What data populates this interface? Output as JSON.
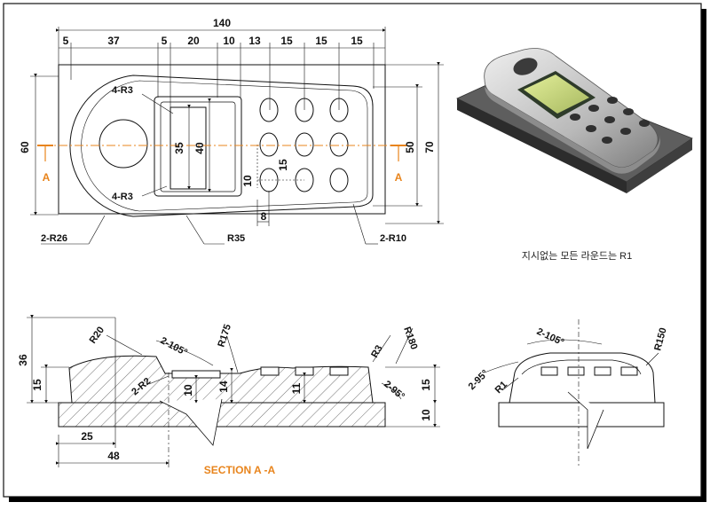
{
  "drawing": {
    "top_view": {
      "dims_top": [
        "140",
        "5",
        "37",
        "5",
        "20",
        "10",
        "13",
        "15",
        "15",
        "15"
      ],
      "dims_side": [
        "60",
        "50",
        "70"
      ],
      "dims_inner": [
        "35",
        "40",
        "15",
        "10",
        "8"
      ],
      "section_marker": "A",
      "callouts": {
        "r3_top": "4-R3",
        "r3_bottom": "4-R3",
        "r26": "2-R26",
        "r35": "R35",
        "r10": "2-R10"
      }
    },
    "note": "지시없는 모든 라운드는 R1",
    "section_view": {
      "title": "SECTION A -A",
      "dims_left": [
        "36",
        "15"
      ],
      "dims_bottom": [
        "25",
        "48"
      ],
      "dims_right": [
        "15",
        "10"
      ],
      "dims_inner": [
        "10",
        "14",
        "11"
      ],
      "callouts": {
        "r20": "R20",
        "ang105": "2-105°",
        "r175": "R175",
        "r2": "2-R2",
        "r3": "R3",
        "r180": "R180",
        "ang95": "2-95°"
      }
    },
    "end_view": {
      "callouts": {
        "ang105": "2-105°",
        "r150": "R150",
        "ang95": "2-95°",
        "r1": "R1"
      }
    }
  },
  "colors": {
    "accent": "#e8841c",
    "line": "#111111",
    "border_shadow": "#000000"
  }
}
